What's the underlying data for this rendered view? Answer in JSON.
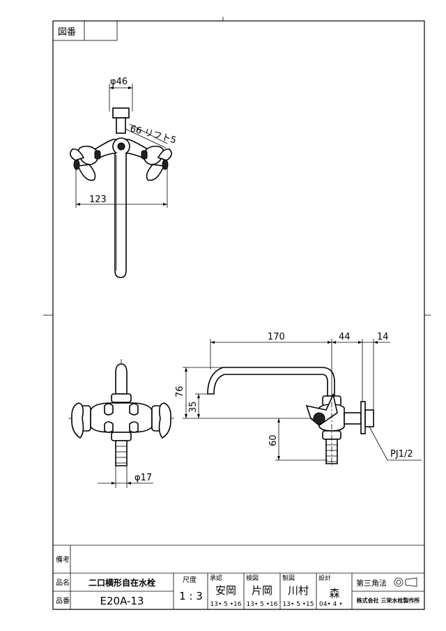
{
  "sheet": {
    "figure_no_label": "図番",
    "remarks_label": "備考",
    "name_label": "品名",
    "code_label": "品番",
    "product_name": "二口横形自在水栓",
    "product_code": "E20A-13",
    "scale_label": "尺度",
    "scale_value": "1 : 3",
    "approval_label": "承認",
    "approval_name": "安岡",
    "approval_date": "13• 5 •16",
    "check_label": "検図",
    "check_name": "片岡",
    "check_date": "13• 5 •16",
    "drawing_label": "製図",
    "drawing_name": "川村",
    "drawing_date": "13• 5 •15",
    "design_label": "設計",
    "design_name": "森",
    "design_date": "04• 4 •",
    "projection_label": "第三角法",
    "company": "株式会社 三栄水栓製作所"
  },
  "dimensions": {
    "top_diameter": "φ46",
    "lift_note": "66 リフト5",
    "top_width": "123",
    "front_diameter": "φ17",
    "side_length": "170",
    "side_offset_44": "44",
    "side_offset_14": "14",
    "side_height_76": "76",
    "side_height_35": "35",
    "side_height_60": "60",
    "thread_spec": "PJ1/2"
  }
}
